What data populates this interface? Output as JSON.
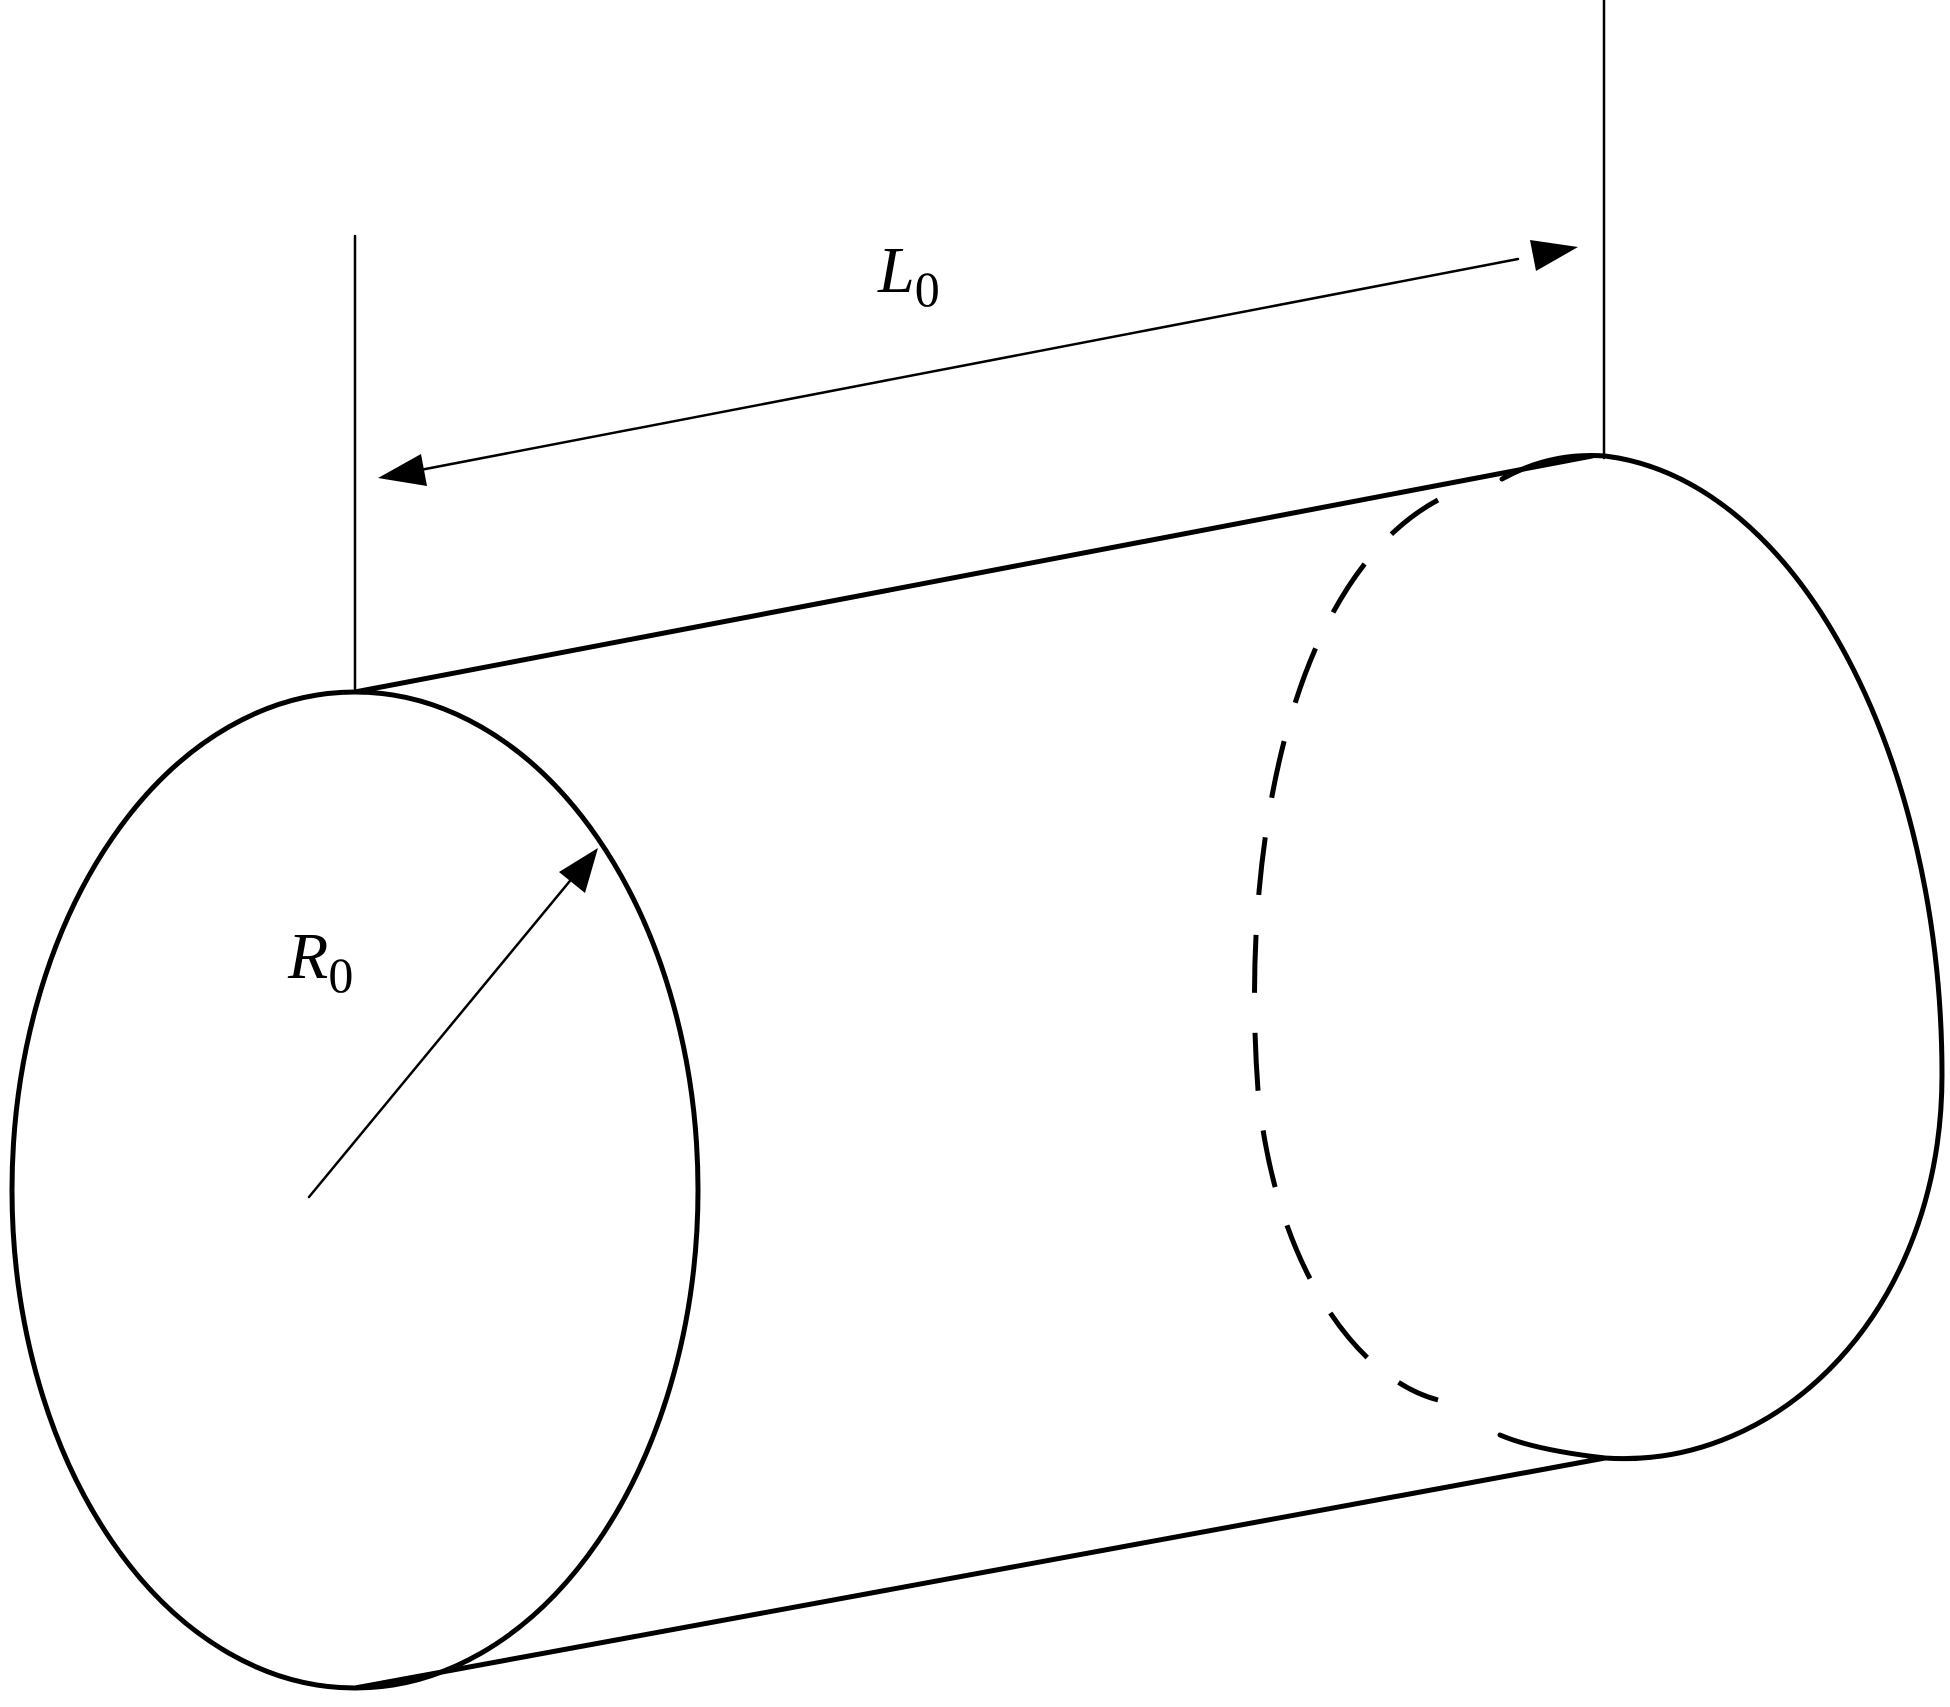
{
  "labels": {
    "length": {
      "symbol": "L",
      "subscript": "0"
    },
    "radius": {
      "symbol": "R",
      "subscript": "0"
    }
  },
  "colors": {
    "stroke": "#000000",
    "background": "#ffffff"
  }
}
